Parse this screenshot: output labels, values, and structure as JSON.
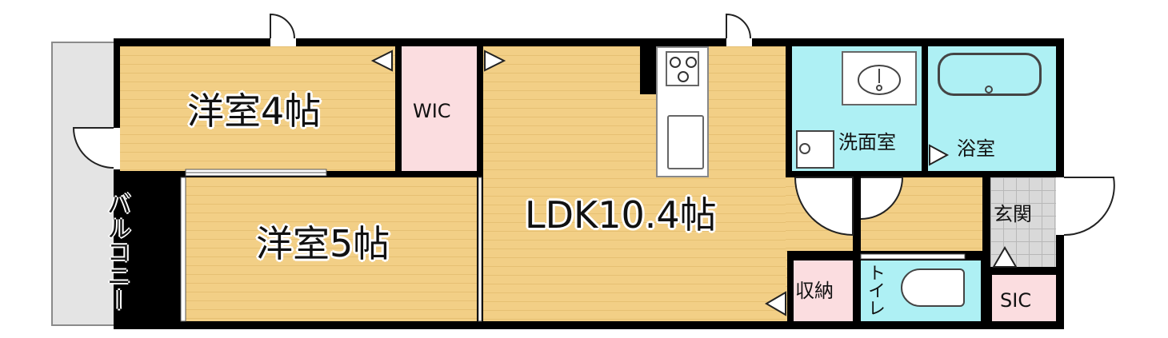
{
  "rooms": {
    "western4": "洋室4帖",
    "western5": "洋室5帖",
    "wic": "WIC",
    "ldk": "LDK10.4帖",
    "washroom": "洗面室",
    "bath": "浴室",
    "entrance": "玄関",
    "storage": "収納",
    "toilet": "トイレ",
    "sic": "SIC",
    "balcony": "バルコニー"
  },
  "colors": {
    "wood": "#f2cf86",
    "wic": "#fbdde0",
    "water": "#aef0f4",
    "tile": "#d9d9d9",
    "balcony": "#e4e4e4",
    "wall": "#000000"
  }
}
